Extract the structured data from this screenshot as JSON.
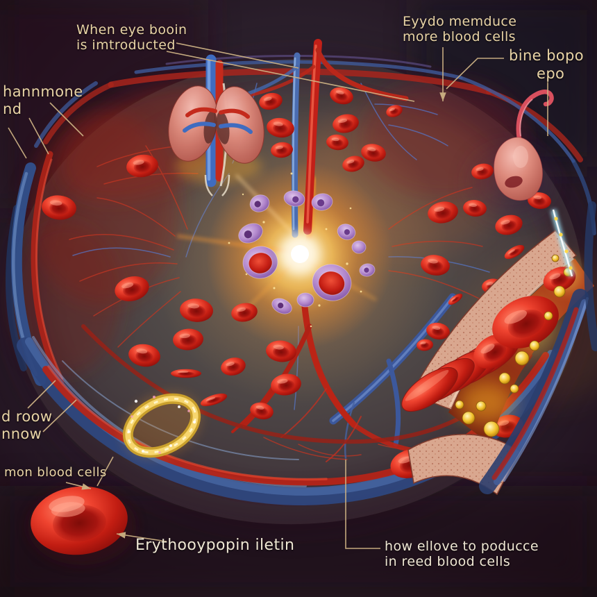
{
  "title": "Erythropoietin red blood cell illustration",
  "labels": {
    "intro": {
      "line1": "When eye booin",
      "line2": "is imtroducted"
    },
    "produce_more": {
      "line1": "Eyydo memduce",
      "line2": "more blood cells"
    },
    "bine_bopo": {
      "text": "bine bopo"
    },
    "epo": {
      "text": "epo"
    },
    "hormone": {
      "line1": "hannmone",
      "line2": "nd"
    },
    "marrow": {
      "line1": "d roow",
      "line2": "nnow"
    },
    "blood_cells": {
      "text": "mon blood cells"
    },
    "erythropoietin": {
      "text": "Erythooypopin iletin"
    },
    "how_produce": {
      "line1": "how ellove to poducce",
      "line2": "in reed blood cells"
    }
  },
  "colors": {
    "background_dark": "#1c0e17",
    "label_text": "#e9d4a6",
    "leader_line": "#cdb284",
    "artery_red": "#c62a18",
    "vein_blue": "#3e5ea6",
    "glow_gold": "#ffc24a",
    "cell_purple": "#b287cc",
    "rbc_red": "#e23325",
    "bone_beige": "#d9a78f"
  }
}
